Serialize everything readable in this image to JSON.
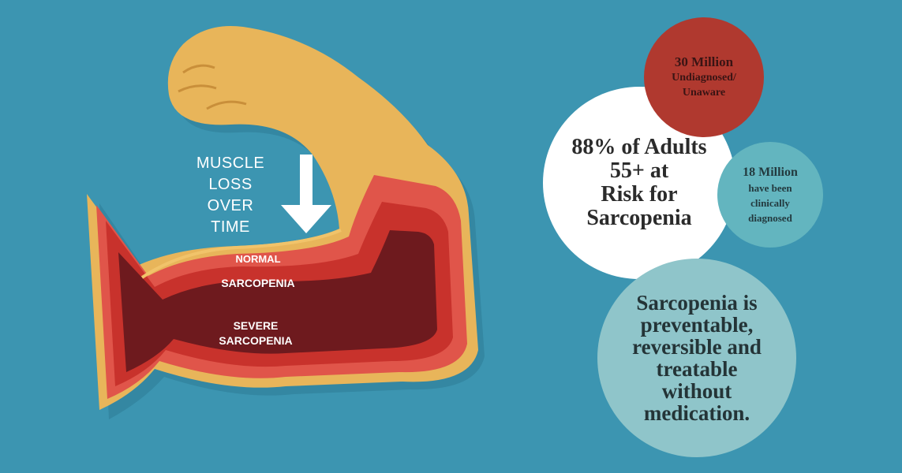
{
  "arm": {
    "muscle_label": [
      "MUSCLE",
      "LOSS",
      "OVER",
      "TIME"
    ],
    "layers": [
      {
        "label": "NORMAL",
        "color": "#e0554a"
      },
      {
        "label": "SARCOPENIA",
        "color": "#c8322c"
      },
      {
        "label": "SEVERE SARCOPENIA",
        "lines": [
          "SEVERE",
          "SARCOPENIA"
        ],
        "color": "#6e1a1e"
      }
    ],
    "skin_color": "#e8b55a",
    "arrow_icon": "down-arrow-icon"
  },
  "stats": {
    "main": {
      "lines": [
        "88% of Adults",
        "55+ at",
        "Risk for",
        "Sarcopenia"
      ],
      "color": "#ffffff"
    },
    "undiagnosed": {
      "number": "30 Million",
      "lines": [
        "Undiagnosed/",
        "Unaware"
      ],
      "color": "#b0392f"
    },
    "diagnosed": {
      "number": "18 Million",
      "lines": [
        "have been",
        "clinically",
        "diagnosed"
      ],
      "color": "#63b5bf"
    },
    "message": {
      "lines": [
        "Sarcopenia is",
        "preventable,",
        "reversible and",
        "treatable",
        "without",
        "medication."
      ],
      "color": "#8fc5ca"
    }
  },
  "background_color": "#3c95b1"
}
